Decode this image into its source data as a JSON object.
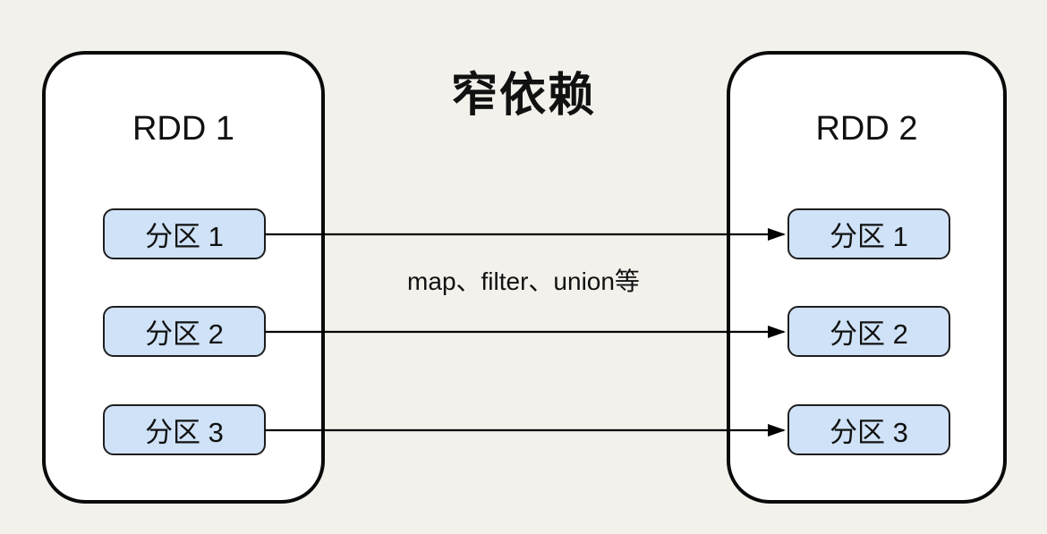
{
  "diagram": {
    "title": "窄依赖",
    "edge_label": "map、filter、union等",
    "left_rdd": {
      "label": "RDD 1",
      "partitions": [
        "分区 1",
        "分区 2",
        "分区 3"
      ]
    },
    "right_rdd": {
      "label": "RDD 2",
      "partitions": [
        "分区 1",
        "分区 2",
        "分区 3"
      ]
    },
    "arrows": [
      {
        "from": "RDD 1 分区 1",
        "to": "RDD 2 分区 1"
      },
      {
        "from": "RDD 1 分区 2",
        "to": "RDD 2 分区 2"
      },
      {
        "from": "RDD 1 分区 3",
        "to": "RDD 2 分区 3"
      }
    ],
    "colors": {
      "background": "#f3f1ec",
      "container_fill": "#ffffff",
      "container_border": "#0a0a0a",
      "partition_fill": "#cfe2f7",
      "partition_border": "#1e1e1e",
      "arrow": "#000000",
      "text": "#111111"
    }
  }
}
